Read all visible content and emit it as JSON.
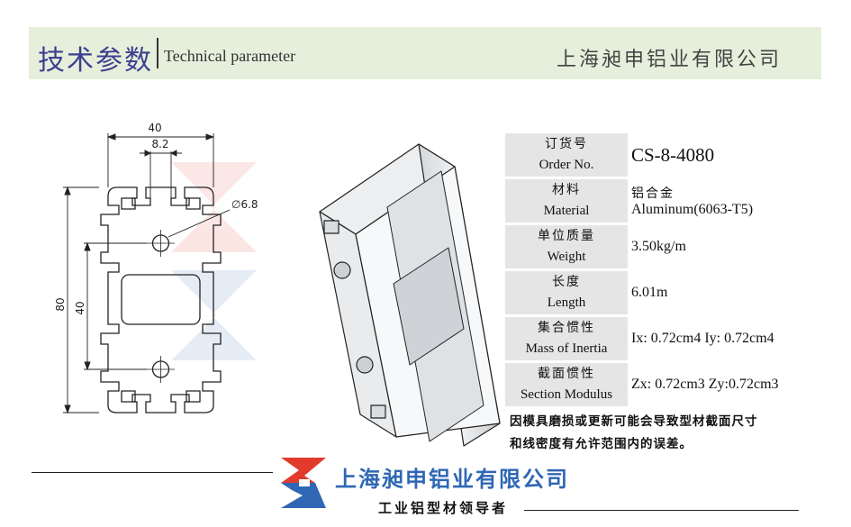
{
  "header": {
    "title": "技术参数",
    "subtitle": "Technical parameter",
    "company": "上海昶申铝业有限公司"
  },
  "drawing": {
    "dim_width": "40",
    "dim_slot": "8.2",
    "dim_hole": "∅6.8",
    "dim_height": "80",
    "dim_pitch": "40"
  },
  "spec": {
    "rows": [
      {
        "label_zh": "订货号",
        "label_en": "Order No.",
        "value": "CS-8-4080"
      },
      {
        "label_zh": "材料",
        "label_en": "Material",
        "value_zh": "铝合金",
        "value": "Aluminum(6063-T5)"
      },
      {
        "label_zh": "单位质量",
        "label_en": "Weight",
        "value": "3.50kg/m"
      },
      {
        "label_zh": "长度",
        "label_en": "Length",
        "value": "6.01m"
      },
      {
        "label_zh": "集合惯性",
        "label_en": "Mass of Inertia",
        "value": "Ix: 0.72cm4  Iy: 0.72cm4"
      },
      {
        "label_zh": "截面惯性",
        "label_en": "Section Modulus",
        "value": "Zx: 0.72cm3  Zy:0.72cm3"
      }
    ]
  },
  "note": {
    "line1": "因模具磨损或更新可能会导致型材截面尺寸",
    "line2": "和线密度有允许范围内的误差。"
  },
  "footer": {
    "company": "上海昶申铝业有限公司",
    "slogan": "工业铝型材领导者"
  },
  "colors": {
    "header_bg": "#e6efdc",
    "title": "#3c3f8f",
    "footer_company": "#2f67b4",
    "logo_red": "#e23a2c",
    "logo_blue": "#2f67b4"
  }
}
